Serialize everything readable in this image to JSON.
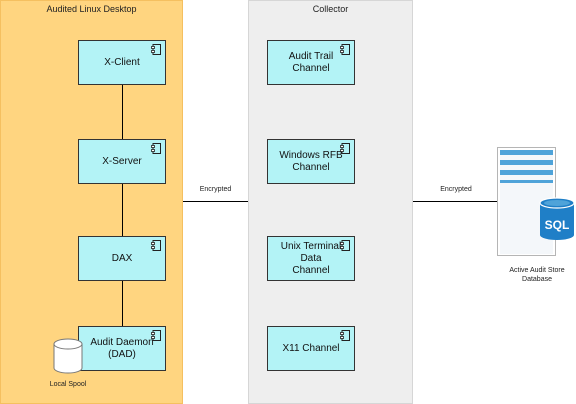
{
  "lanes": {
    "desktop_title": "Audited Linux Desktop",
    "collector_title": "Collector"
  },
  "desktop_components": {
    "xclient": "X-Client",
    "xserver": "X-Server",
    "dax": "DAX",
    "audit_daemon": "Audit Daemon\n(DAD)"
  },
  "collector_components": {
    "audit_trail": "Audit Trail Channel",
    "windows_rfb": "Windows RFB\nChannel",
    "unix_terminal": "Unix Terminal Data\nChannel",
    "x11": "X11 Channel"
  },
  "connections": {
    "left_label": "Encrypted",
    "right_label": "Encrypted"
  },
  "spool": {
    "label": "Local Spool"
  },
  "database": {
    "icon_text": "SQL",
    "label": "Active Audit Store\nDatabase"
  },
  "colors": {
    "desktop_lane": "#ffd580",
    "collector_lane": "#eeeeee",
    "component_fill": "#b3f3f6",
    "sql_badge": "#1f7fc7"
  }
}
